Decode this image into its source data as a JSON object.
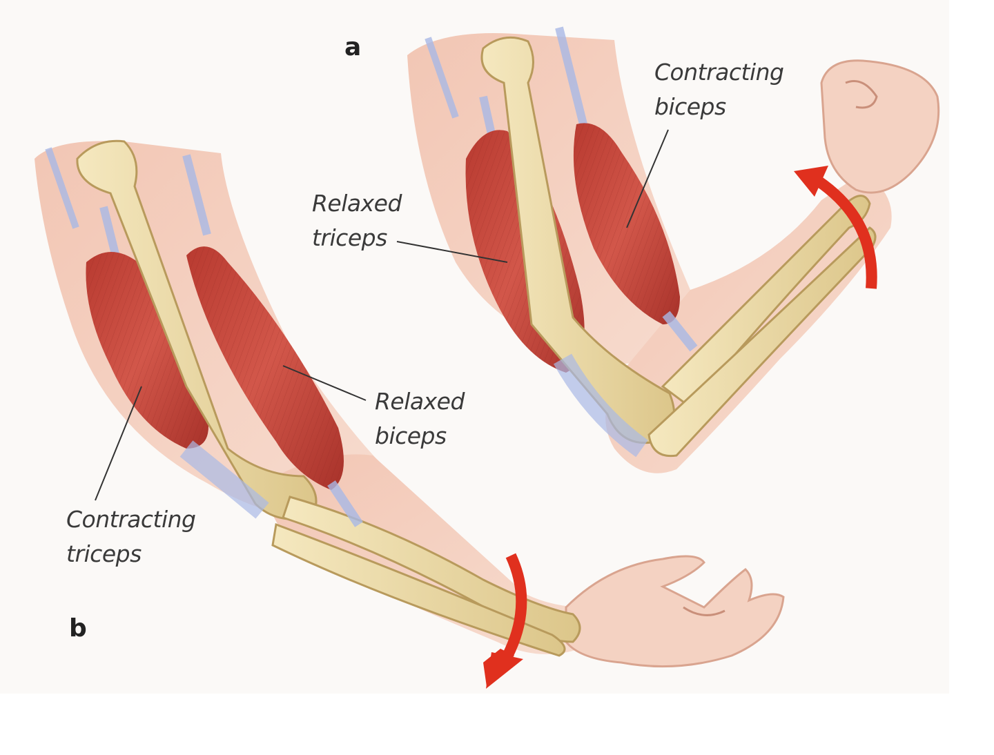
{
  "panels": {
    "a": "a",
    "b": "b"
  },
  "labels": {
    "contracting_biceps": {
      "line1": "Contracting",
      "line2": "biceps"
    },
    "relaxed_triceps": {
      "line1": "Relaxed",
      "line2": "triceps"
    },
    "relaxed_biceps": {
      "line1": "Relaxed",
      "line2": "biceps"
    },
    "contracting_triceps": {
      "line1": "Contracting",
      "line2": "triceps"
    }
  },
  "colors": {
    "background": "#fbf9f7",
    "skin": "#f4d2c2",
    "skin_shadow": "#e8b4a0",
    "muscle": "#c9463a",
    "muscle_dark": "#a8322a",
    "bone": "#ecdca6",
    "bone_edge": "#b89a5c",
    "tendon": "#a9b9e6",
    "arrow": "#e0301e"
  }
}
